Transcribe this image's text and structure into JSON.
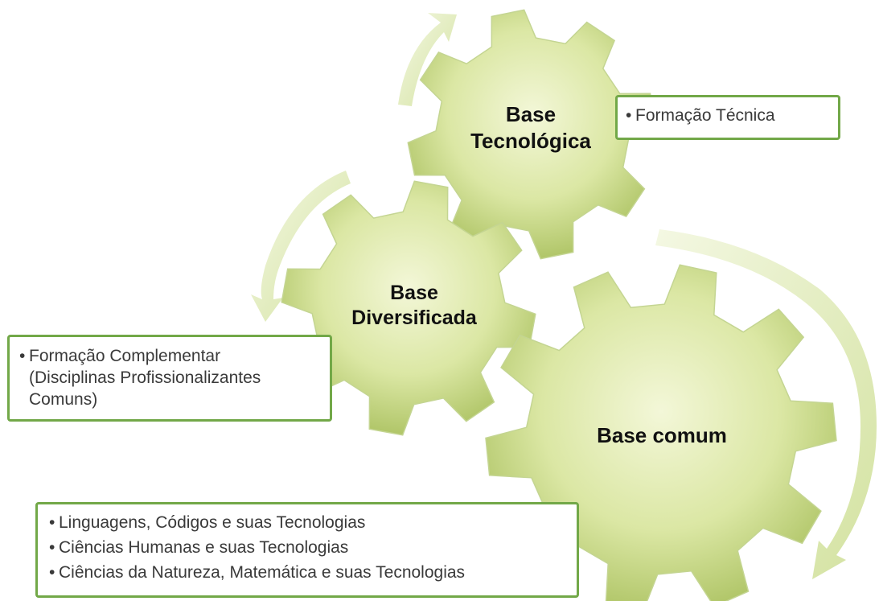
{
  "colors": {
    "gear_light": "#f3f7d8",
    "gear_dark": "#a9c05e",
    "gear_edge": "#c4d592",
    "arrow": "#dde9b2",
    "box_border": "#72a848",
    "text": "#3a3a3a"
  },
  "gears": {
    "tecnologica": {
      "line1": "Base",
      "line2": "Tecnológica"
    },
    "diversificada": {
      "line1": "Base",
      "line2": "Diversificada"
    },
    "comum": {
      "line1": "Base comum"
    }
  },
  "boxes": {
    "tecnologica": {
      "items": [
        "Formação Técnica"
      ]
    },
    "diversificada": {
      "lines": [
        "Formação Complementar",
        "(Disciplinas Profissionalizantes",
        "Comuns)"
      ]
    },
    "comum": {
      "items": [
        "Linguagens, Códigos e suas Tecnologias",
        "Ciências Humanas e suas Tecnologias",
        "Ciências da Natureza, Matemática e suas Tecnologias"
      ]
    }
  }
}
